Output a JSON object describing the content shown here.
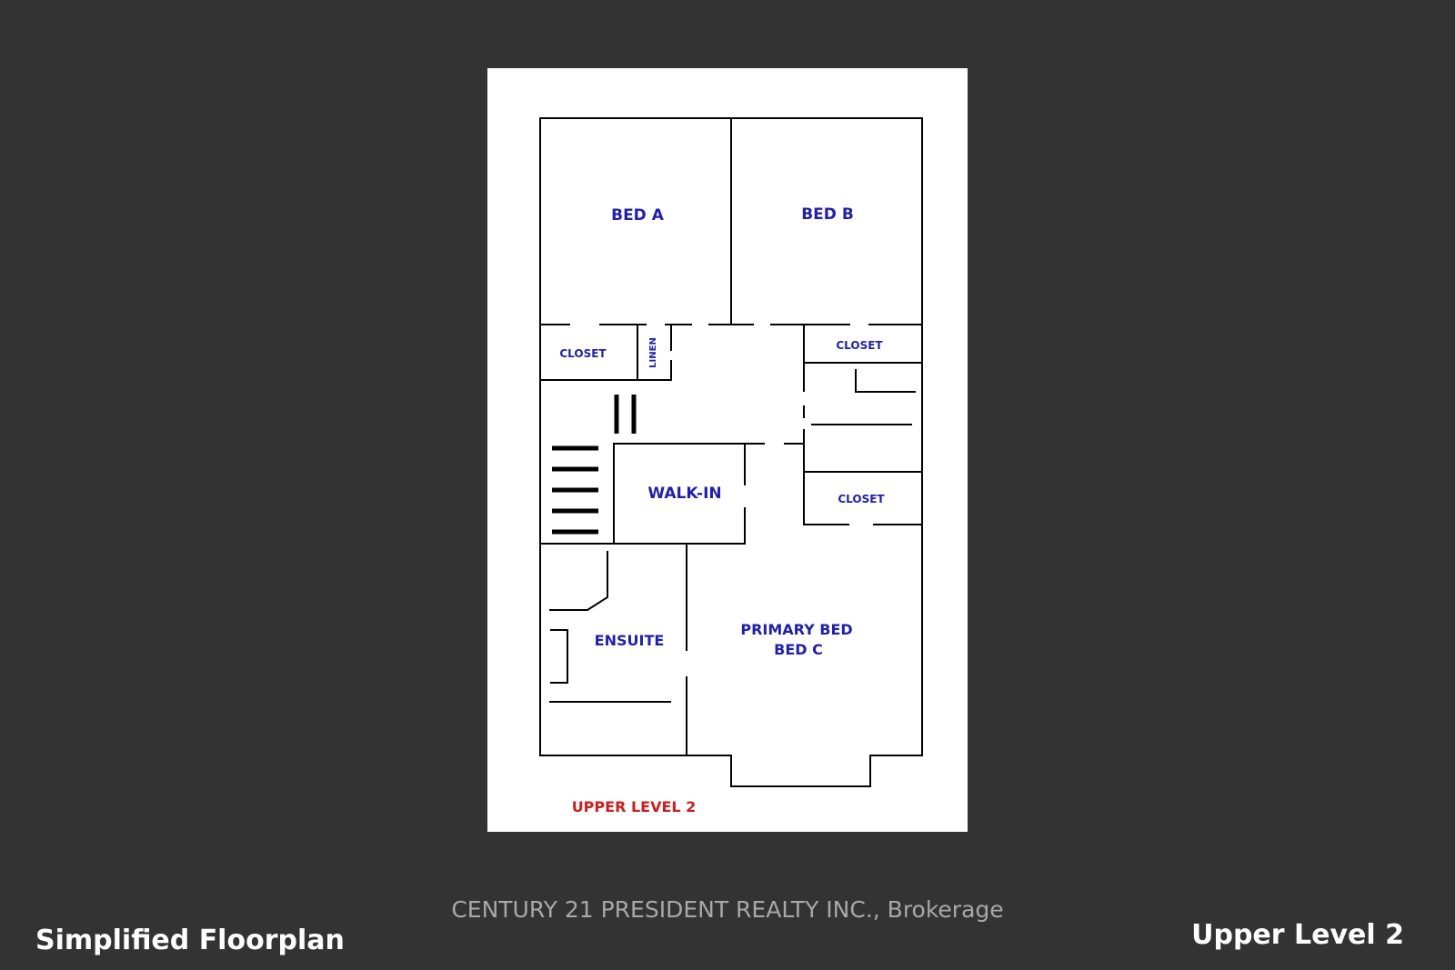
{
  "floorplan": {
    "rooms": {
      "bed_a": "BED A",
      "bed_b": "BED B",
      "closet_left": "CLOSET",
      "linen": "LINEN",
      "closet_right_top": "CLOSET",
      "walk_in": "WALK-IN",
      "closet_right_bottom": "CLOSET",
      "ensuite": "ENSUITE",
      "primary_line1": "PRIMARY BED",
      "primary_line2": "BED C"
    },
    "level_label": "UPPER LEVEL 2",
    "colors": {
      "room_label": "#1f1fb4",
      "level_label": "#d01c1c"
    }
  },
  "footer": {
    "brokerage": "CENTURY 21 PRESIDENT REALTY INC., Brokerage",
    "left_caption": "Simplified Floorplan",
    "right_caption": "Upper Level 2"
  }
}
